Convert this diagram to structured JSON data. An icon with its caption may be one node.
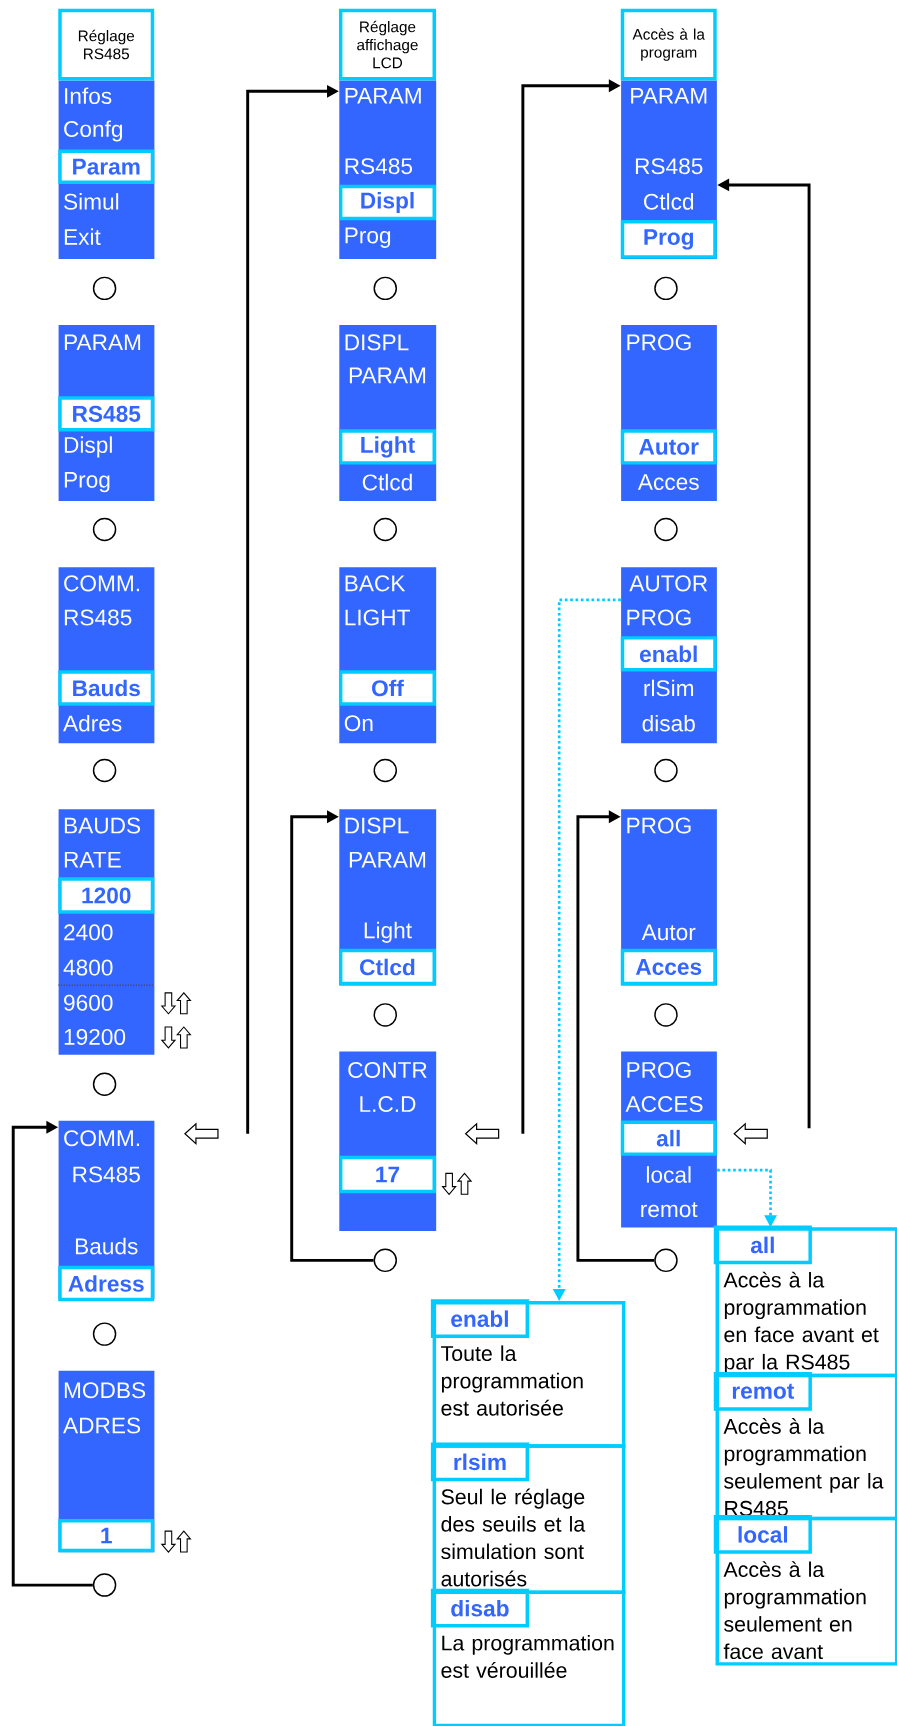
{
  "diagram": {
    "nodes": [
      {
        "text": [
          "Réglage RS485"
        ]
      },
      {
        "text": [
          "Infos",
          "Confg",
          "Simul",
          "Exit"
        ]
      },
      {
        "text": [
          "Param"
        ],
        "in": 1
      },
      {
        "text": [],
        "shape": "circle"
      },
      {
        "text": [
          "PARAM",
          "Displ",
          "Prog"
        ]
      },
      {
        "text": [
          "RS485"
        ],
        "in": 4
      },
      {
        "text": [],
        "shape": "circle"
      },
      {
        "text": [
          "COMM.",
          "RS485",
          "Adres"
        ]
      },
      {
        "text": [
          "Bauds"
        ],
        "in": 7
      },
      {
        "text": [],
        "shape": "circle"
      },
      {
        "text": [
          "BAUDS",
          "RATE",
          "2400",
          "4800",
          "9600",
          "19200"
        ]
      },
      {
        "text": [
          "1200"
        ],
        "in": 10
      },
      {
        "text": [],
        "shape": "circle"
      },
      {
        "text": [
          "COMM.",
          "RS485",
          "Bauds"
        ]
      },
      {
        "text": [
          "Adress"
        ],
        "in": 13
      },
      {
        "text": [],
        "shape": "circle"
      },
      {
        "text": [
          "MODBS",
          "ADRES"
        ]
      },
      {
        "text": [
          "1"
        ],
        "in": 16
      },
      {
        "text": [],
        "shape": "circle"
      },
      {
        "text": [
          "Réglage affichage LCD"
        ]
      },
      {
        "text": [
          "PARAM",
          "RS485",
          "Prog"
        ]
      },
      {
        "text": [
          "Displ"
        ],
        "in": 20
      },
      {
        "text": [],
        "shape": "circle"
      },
      {
        "text": [
          "DISPL",
          "PARAM",
          "Ctlcd"
        ]
      },
      {
        "text": [
          "Light"
        ],
        "in": 23
      },
      {
        "text": [],
        "shape": "circle"
      },
      {
        "text": [
          "BACK",
          "LIGHT",
          "On"
        ]
      },
      {
        "text": [
          "Off"
        ],
        "in": 26
      },
      {
        "text": [],
        "shape": "circle"
      },
      {
        "text": [
          "DISPL",
          "PARAM",
          "Light"
        ]
      },
      {
        "text": [
          "Ctlcd"
        ],
        "in": 29
      },
      {
        "text": [],
        "shape": "circle"
      },
      {
        "text": [
          "CONTR",
          "L.C.D"
        ]
      },
      {
        "text": [
          "17"
        ],
        "in": 32
      },
      {
        "text": [],
        "shape": "circle"
      },
      {
        "text": [
          "Accès à la program"
        ]
      },
      {
        "text": [
          "PARAM",
          "RS485",
          "Ctlcd"
        ]
      },
      {
        "text": [
          "Prog"
        ],
        "in": 36
      },
      {
        "text": [],
        "shape": "circle"
      },
      {
        "text": [
          "PROG",
          "Acces"
        ]
      },
      {
        "text": [
          "Autor"
        ],
        "in": 39
      },
      {
        "text": [],
        "shape": "circle"
      },
      {
        "text": [
          "AUTOR",
          "PROG",
          "rlSim",
          "disab"
        ]
      },
      {
        "text": [
          "enabl"
        ],
        "in": 42
      },
      {
        "text": [],
        "shape": "circle"
      },
      {
        "text": [
          "PROG",
          "Autor"
        ]
      },
      {
        "text": [
          "Acces"
        ],
        "in": 45
      },
      {
        "text": [],
        "shape": "circle"
      },
      {
        "text": [
          "PROG",
          "ACCES",
          "local",
          "remot"
        ]
      },
      {
        "text": [
          "all"
        ],
        "in": 48
      },
      {
        "text": [],
        "shape": "circle"
      },
      {
        "text": [
          "enabl",
          "Toute la programmation est autorisée"
        ]
      },
      {
        "text": [
          "rlsim",
          "Seul le réglage des seuils et la simulation sont autorisés"
        ]
      },
      {
        "text": [
          "disab",
          "La programmation est vérouillée"
        ]
      },
      {
        "text": [
          "all",
          "Accès à la programmation en face avant et par la RS485"
        ]
      },
      {
        "text": [
          "remot",
          "Accès à la programmation seulement par la RS485"
        ]
      },
      {
        "text": [
          "local",
          "Accès à la programmation seulement en face avant"
        ]
      }
    ],
    "edges": [
      {
        "from": 18,
        "to": 13,
        "arrow": "to"
      },
      {
        "from": null,
        "to": 20,
        "arrow": "to"
      },
      {
        "from": 34,
        "to": 29,
        "arrow": "to"
      },
      {
        "from": null,
        "to": 36,
        "arrow": "to"
      },
      {
        "from": 50,
        "to": 45,
        "arrow": "to"
      },
      {
        "from": null,
        "to": 36,
        "arrow": "to"
      },
      {
        "from": 42,
        "to": 51,
        "arrow": "to",
        "style": "dashed",
        "color": "#00ccff"
      },
      {
        "from": 48,
        "to": 54,
        "arrow": "to",
        "style": "dashed",
        "color": "#00ccff"
      }
    ]
  }
}
